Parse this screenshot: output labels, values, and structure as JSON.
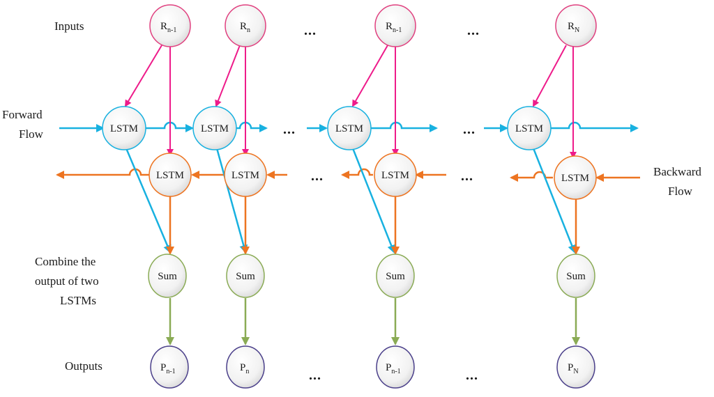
{
  "labels": {
    "inputs": "Inputs",
    "forward_1": "Forward",
    "forward_2": "Flow",
    "backward_1": "Backward",
    "backward_2": "Flow",
    "combine_1": "Combine the",
    "combine_2": "output of two",
    "combine_3": "LSTMs",
    "outputs": "Outputs",
    "ellipsis": "..."
  },
  "columns": [
    {
      "input": {
        "main": "R",
        "sub": "n-1"
      },
      "output": {
        "main": "P",
        "sub": "n-1"
      }
    },
    {
      "input": {
        "main": "R",
        "sub": "n"
      },
      "output": {
        "main": "P",
        "sub": "n"
      }
    },
    {
      "input": {
        "main": "R",
        "sub": "n-1"
      },
      "output": {
        "main": "P",
        "sub": "n-1"
      }
    },
    {
      "input": {
        "main": "R",
        "sub": "N"
      },
      "output": {
        "main": "P",
        "sub": "N"
      }
    }
  ],
  "nodes": {
    "lstm": "LSTM",
    "sum": "Sum"
  },
  "colors": {
    "input_node": "#e0407f",
    "input_arrow": "#ee1b8a",
    "forward": "#18b1e0",
    "backward": "#ed7421",
    "sum": "#8aab55",
    "output_node": "#4a3f8a",
    "node_fill_inner": "#ffffff",
    "node_fill_outer": "#dcdcdc"
  }
}
